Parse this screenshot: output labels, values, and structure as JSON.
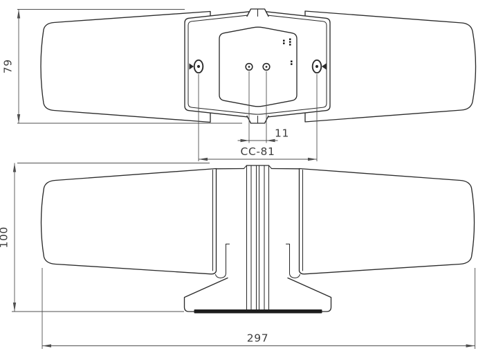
{
  "colors": {
    "background": "#ffffff",
    "outline": "#2b2b2b",
    "dimension_lines": "#4f4f4f",
    "dimension_text": "#3d3d3d",
    "gasket": "#1e1e1e"
  },
  "top_view": {
    "dim_depth": "79",
    "dim_hole_pitch": "11",
    "dim_mounting_centers": "CC-81",
    "cert_marks": {
      "row1": "▪▪",
      "row2": "▪▪▪",
      "row3": "▪▪"
    }
  },
  "front_view": {
    "dim_height": "100",
    "dim_width": "297"
  }
}
